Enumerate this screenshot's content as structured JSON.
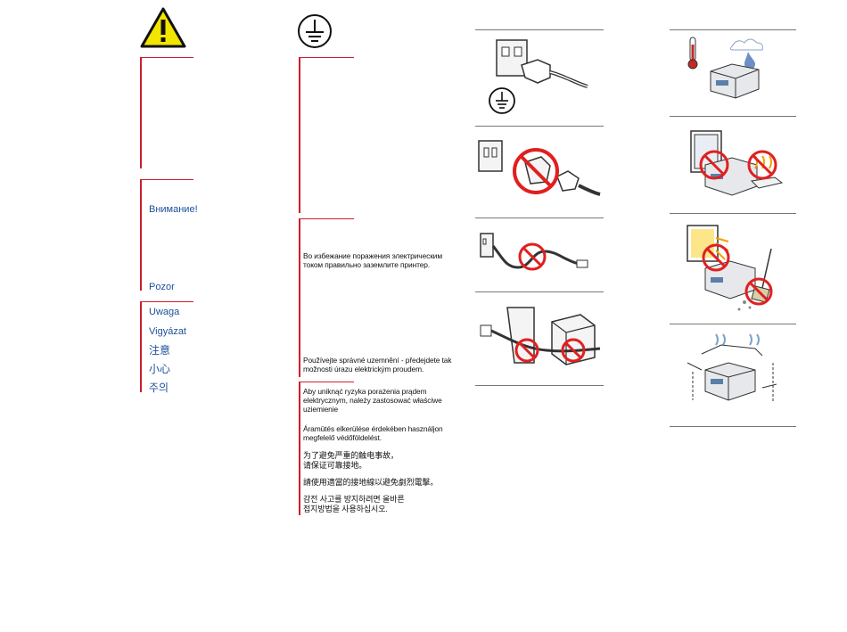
{
  "colors": {
    "warning_red": "#cc1f2b",
    "label_blue": "#1b4f9c",
    "warning_yellow": "#f2e500",
    "prohibit_red": "#e0201f"
  },
  "icons": {
    "warning": "warning-triangle-icon",
    "ground": "ground-symbol-icon"
  },
  "warning_labels": [
    "Внимание!",
    "Pozor",
    "Uwaga",
    "Vigyázat",
    "注意",
    "小心",
    "주의"
  ],
  "grounding_text": {
    "ru": "Во избежание поражения электрическим током правильно заземлите принтер.",
    "cs": "Používejte správné uzemnění - předejdete tak možnosti úrazu elektrickým proudem.",
    "pl": "Aby uniknąć ryzyka porażenia prądem elektrycznym, należy zastosować właściwe uziemienie",
    "hu": "Áramütés elkerülése érdekében használjon megfelelő védőföldelést.",
    "zh_cn": "为了避免严重的触电事故，\n请保证可靠接地。",
    "zh_tw": "請使用適當的接地線以避免劇烈電擊。",
    "ko": "감전 사고를 방지하려면 올바른\n접지방법을 사용하십시오."
  },
  "illustrations_left": [
    "grounded-outlet-plug",
    "no-ungrounded-adapter",
    "no-damaged-cord",
    "no-cord-under-objects"
  ],
  "illustrations_right": [
    "temperature-humidity-environment",
    "no-window-heater",
    "no-sunlight-dust",
    "ventilation-clearance"
  ]
}
